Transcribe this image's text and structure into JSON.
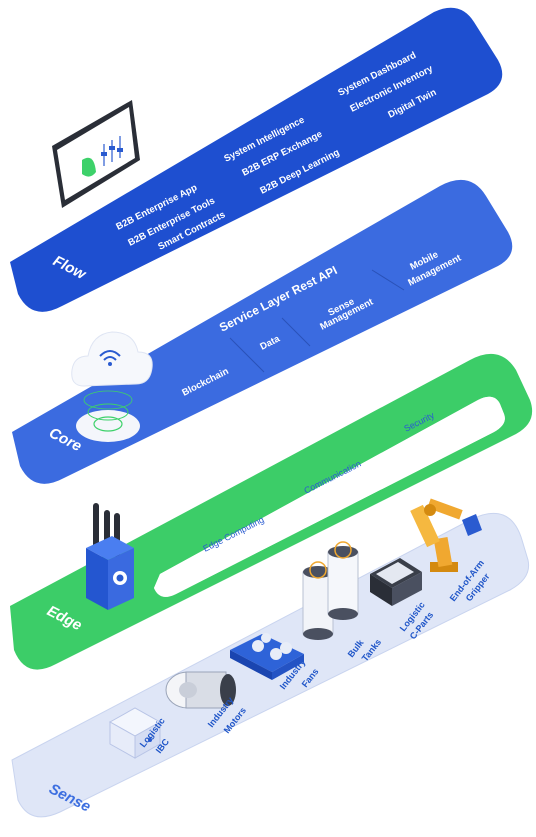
{
  "layers": {
    "flow": {
      "name": "Flow",
      "items": [
        "B2B Enterprise App",
        "B2B Enterprise Tools",
        "Smart Contracts",
        "System Intelligence",
        "B2B ERP Exchange",
        "B2B Deep Learning",
        "System Dashboard",
        "Electronic Inventory",
        "Digital Twin"
      ]
    },
    "core": {
      "name": "Core",
      "title": "Service Layer Rest API",
      "items": [
        "Blockchain",
        "Data",
        "Sense",
        "Management",
        "Mobile",
        "Management"
      ]
    },
    "edge": {
      "name": "Edge",
      "items": [
        "Edge Computing",
        "Communication",
        "Security"
      ]
    },
    "sense": {
      "name": "Sense",
      "items": [
        "Logistic",
        "IBC",
        "Industry",
        "Motors",
        "Industry",
        "Fans",
        "Bulk",
        "Tanks",
        "Logistic",
        "C-Parts",
        "End-of-Arm",
        "Gripper"
      ]
    }
  },
  "colors": {
    "flow": "#1e4fd0",
    "core": "#3a6ae0",
    "edge": "#3dd16a",
    "sense": "#dde5f7",
    "accent": "#f0a830"
  }
}
